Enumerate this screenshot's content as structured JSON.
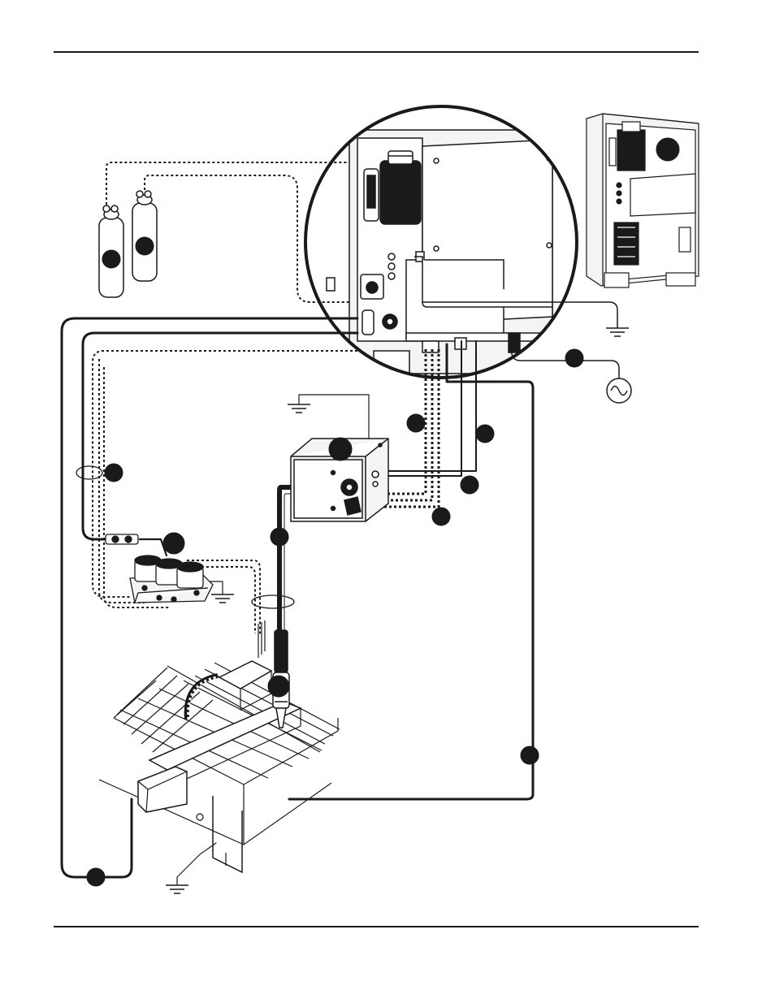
{
  "page": {
    "header_text": "",
    "footer_text": ""
  },
  "diagram": {
    "callouts_text": "",
    "colors": {
      "ink": "#1a1a1a",
      "fill_dark": "#1a1a1a",
      "fill_light": "#ffffff",
      "panel": "#f4f4f4"
    },
    "components": [
      "gas-cylinder",
      "gas-cylinder",
      "plasma-power-supply",
      "power-supply-detail-inset",
      "ignition-console",
      "gas-valve-manifold",
      "torch",
      "cutting-table",
      "ac-power-source",
      "ground-symbol"
    ]
  }
}
